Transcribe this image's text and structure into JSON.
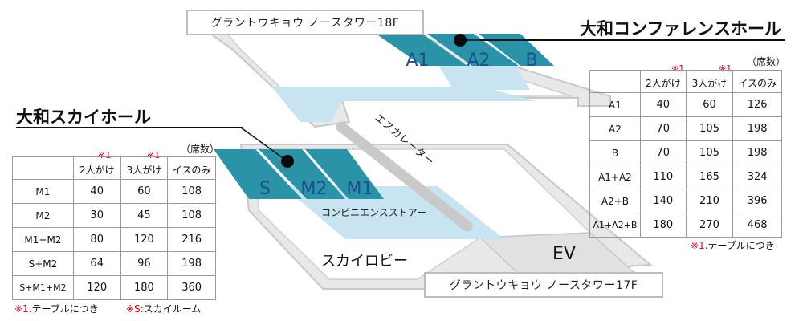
{
  "floors": {
    "upper_label": "グラントウキョウ ノースタワー18F",
    "lower_label": "グラントウキョウ ノースタワー17F"
  },
  "places": {
    "escalator": "エスカレーター",
    "convenience_store": "コンビニエンスストアー",
    "sky_lobby": "スカイロビー",
    "elevator": "EV"
  },
  "conference_hall": {
    "title": "大和コンファレンスホール",
    "rooms": [
      "A1",
      "A2",
      "B"
    ],
    "unit": "（席数）",
    "header_mark": "※1",
    "columns": [
      "2人がけ",
      "3人がけ",
      "イスのみ"
    ],
    "rows": [
      {
        "name": "A1",
        "values": [
          "40",
          "60",
          "126"
        ]
      },
      {
        "name": "A2",
        "values": [
          "70",
          "105",
          "198"
        ]
      },
      {
        "name": "B",
        "values": [
          "70",
          "105",
          "198"
        ]
      },
      {
        "name": "A1+A2",
        "values": [
          "110",
          "165",
          "324"
        ]
      },
      {
        "name": "A2+B",
        "values": [
          "140",
          "210",
          "396"
        ]
      },
      {
        "name": "A1+A2+B",
        "values": [
          "180",
          "270",
          "468"
        ]
      }
    ],
    "note_mark": "※1.",
    "note_text": "テーブルにつき"
  },
  "sky_hall": {
    "title": "大和スカイホール",
    "rooms": [
      "S",
      "M2",
      "M1"
    ],
    "unit": "（席数）",
    "header_mark": "※1",
    "columns": [
      "2人がけ",
      "3人がけ",
      "イスのみ"
    ],
    "rows": [
      {
        "name": "M1",
        "values": [
          "40",
          "60",
          "108"
        ]
      },
      {
        "name": "M2",
        "values": [
          "30",
          "45",
          "108"
        ]
      },
      {
        "name": "M1+M2",
        "values": [
          "80",
          "120",
          "216"
        ]
      },
      {
        "name": "S+M2",
        "values": [
          "64",
          "96",
          "198"
        ]
      },
      {
        "name": "S+M1+M2",
        "values": [
          "120",
          "180",
          "360"
        ]
      }
    ],
    "note1_mark": "※1.",
    "note1_text": "テーブルにつき",
    "note2_mark": "※S:",
    "note2_text": "スカイルーム"
  },
  "colors": {
    "room_fill": "#2a93a8",
    "room_text": "#1d4f8c",
    "lobby_fill": "#c7e4f0",
    "floor_fill": "#e6e6e6",
    "floor_edge": "#c4c4c4",
    "note_red": "#e60012"
  }
}
